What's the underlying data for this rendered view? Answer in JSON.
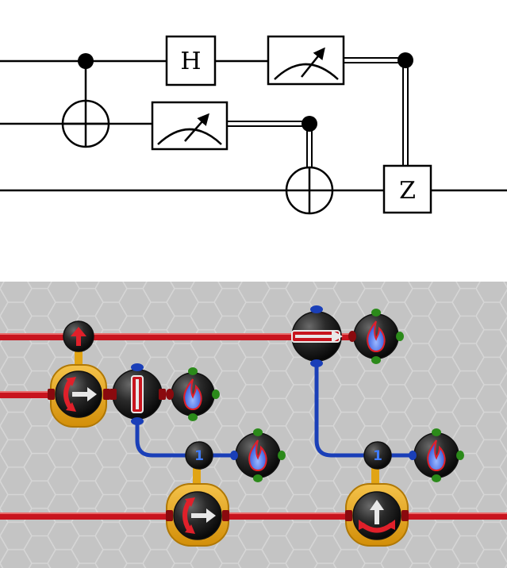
{
  "circuit": {
    "gates": {
      "hadamard": "H",
      "pauli_z": "Z"
    }
  },
  "quirk": {
    "colors": {
      "background": "#c4c4c4",
      "hex_lines": "#d8d8d8",
      "red_wire": "#c8141e",
      "blue_wire": "#1a3fb8",
      "gold_housing": "#e1a414",
      "green_port": "#2b8a1a",
      "node_black": "#1c1c1c"
    },
    "nodes": {
      "bit_a": "1",
      "bit_b": "1"
    },
    "icons": [
      "rotate-arrows-icon",
      "flame-icon",
      "swap-arrow-icon",
      "up-arrow-icon"
    ]
  }
}
